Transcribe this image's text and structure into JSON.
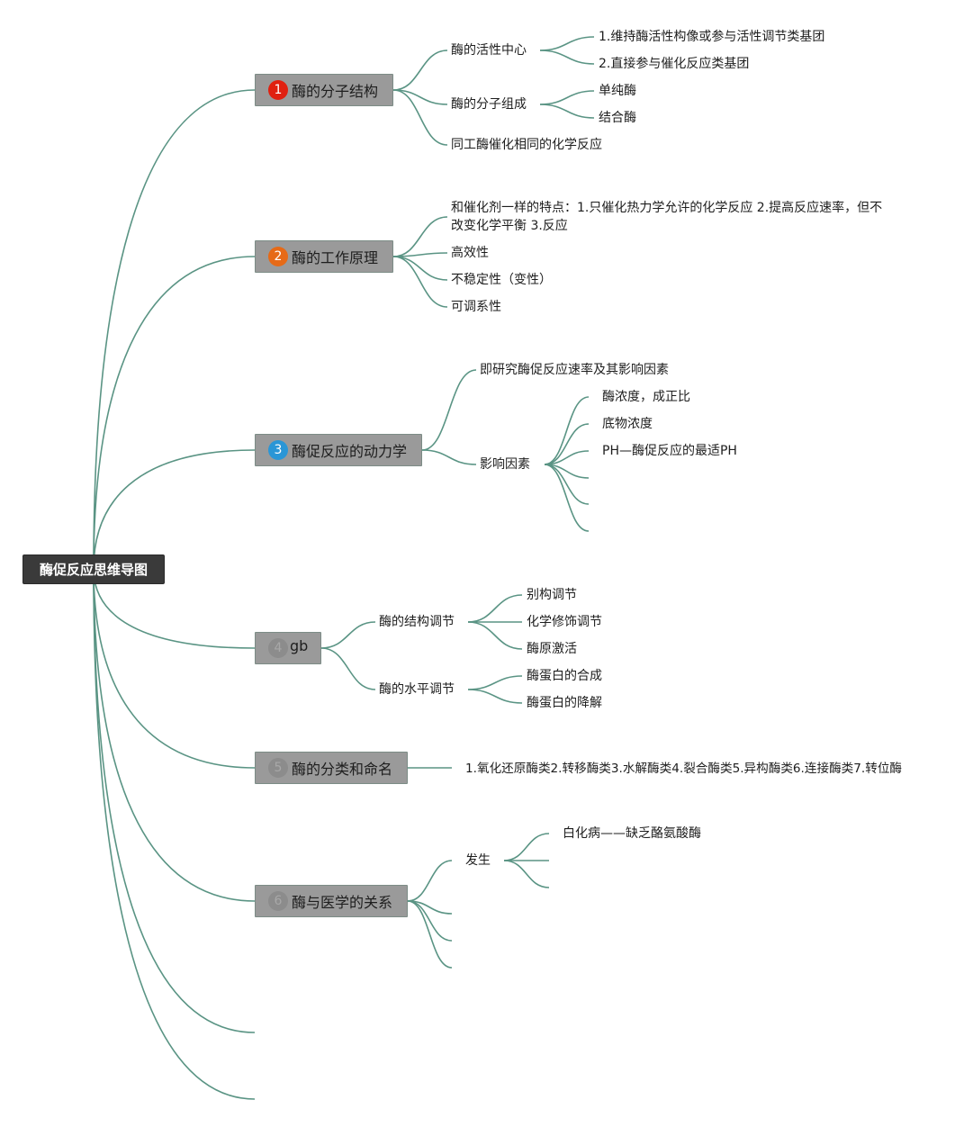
{
  "root": {
    "label": "酶促反应思维导图"
  },
  "colors": {
    "link": "#5a9484",
    "root_bg": "#3a3a3a",
    "topic_bg": "#9a9a9a",
    "badge_1": "#e02010",
    "badge_2": "#e66a17",
    "badge_3": "#2a96d6",
    "badge_4": "#8c8c8c",
    "badge_5": "#8c8c8c",
    "badge_6": "#8c8c8c"
  },
  "topics": [
    {
      "badge": "1",
      "label": "酶的分子结构",
      "children": [
        {
          "label": "酶的活性中心",
          "children": [
            "1.维持酶活性构像或参与活性调节类基团",
            "2.直接参与催化反应类基团"
          ]
        },
        {
          "label": "酶的分子组成",
          "children": [
            "单纯酶",
            "结合酶"
          ]
        },
        {
          "label": "同工酶催化相同的化学反应"
        }
      ]
    },
    {
      "badge": "2",
      "label": "酶的工作原理",
      "children": [
        {
          "label": "和催化剂一样的特点：1.只催化热力学允许的化学反应 2.提高反应速率，但不改变化学平衡 3.反应"
        },
        {
          "label": "高效性"
        },
        {
          "label": "不稳定性（变性）"
        },
        {
          "label": "可调系性"
        }
      ]
    },
    {
      "badge": "3",
      "label": "酶促反应的动力学",
      "children": [
        {
          "label": "即研究酶促反应速率及其影响因素"
        },
        {
          "label": "影响因素",
          "children": [
            "酶浓度，成正比",
            "底物浓度",
            "PH—酶促反应的最适PH",
            "",
            "",
            ""
          ]
        }
      ]
    },
    {
      "badge": "4",
      "label": "gb",
      "children": [
        {
          "label": "酶的结构调节",
          "children": [
            "别构调节",
            "化学修饰调节",
            "酶原激活"
          ]
        },
        {
          "label": "酶的水平调节",
          "children": [
            "酶蛋白的合成",
            "酶蛋白的降解"
          ]
        }
      ]
    },
    {
      "badge": "5",
      "label": "酶的分类和命名",
      "children": [
        {
          "label": "1.氧化还原酶类2.转移酶类3.水解酶类4.裂合酶类5.异构酶类6.连接酶类7.转位酶"
        }
      ]
    },
    {
      "badge": "6",
      "label": "酶与医学的关系",
      "children": [
        {
          "label": "发生",
          "children": [
            "白化病——缺乏酪氨酸酶",
            "",
            ""
          ]
        },
        {
          "label": ""
        },
        {
          "label": ""
        },
        {
          "label": ""
        }
      ]
    },
    {
      "badge": "",
      "label": ""
    },
    {
      "badge": "",
      "label": ""
    }
  ]
}
